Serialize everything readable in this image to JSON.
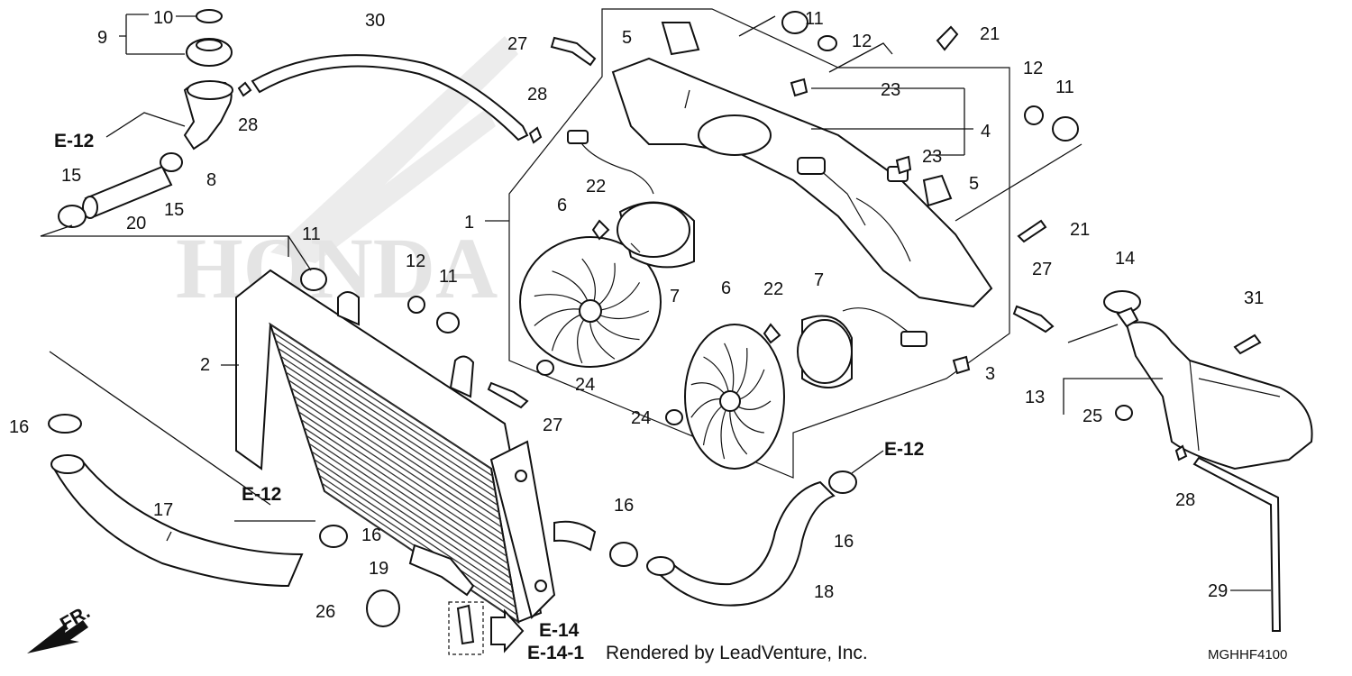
{
  "callouts": [
    {
      "id": "c1",
      "label": "1"
    },
    {
      "id": "c2",
      "label": "2"
    },
    {
      "id": "c3",
      "label": "3"
    },
    {
      "id": "c4",
      "label": "4"
    },
    {
      "id": "c5a",
      "label": "5"
    },
    {
      "id": "c5b",
      "label": "5"
    },
    {
      "id": "c6a",
      "label": "6"
    },
    {
      "id": "c6b",
      "label": "6"
    },
    {
      "id": "c7a",
      "label": "7"
    },
    {
      "id": "c7b",
      "label": "7"
    },
    {
      "id": "c8",
      "label": "8"
    },
    {
      "id": "c9",
      "label": "9"
    },
    {
      "id": "c10",
      "label": "10"
    },
    {
      "id": "c11a",
      "label": "11"
    },
    {
      "id": "c11b",
      "label": "11"
    },
    {
      "id": "c11c",
      "label": "11"
    },
    {
      "id": "c11d",
      "label": "11"
    },
    {
      "id": "c12a",
      "label": "12"
    },
    {
      "id": "c12b",
      "label": "12"
    },
    {
      "id": "c12c",
      "label": "12"
    },
    {
      "id": "c13",
      "label": "13"
    },
    {
      "id": "c14",
      "label": "14"
    },
    {
      "id": "c15a",
      "label": "15"
    },
    {
      "id": "c15b",
      "label": "15"
    },
    {
      "id": "c16a",
      "label": "16"
    },
    {
      "id": "c16b",
      "label": "16"
    },
    {
      "id": "c16c",
      "label": "16"
    },
    {
      "id": "c16d",
      "label": "16"
    },
    {
      "id": "c17",
      "label": "17"
    },
    {
      "id": "c18",
      "label": "18"
    },
    {
      "id": "c19",
      "label": "19"
    },
    {
      "id": "c20",
      "label": "20"
    },
    {
      "id": "c21a",
      "label": "21"
    },
    {
      "id": "c21b",
      "label": "21"
    },
    {
      "id": "c22a",
      "label": "22"
    },
    {
      "id": "c22b",
      "label": "22"
    },
    {
      "id": "c23a",
      "label": "23"
    },
    {
      "id": "c23b",
      "label": "23"
    },
    {
      "id": "c24a",
      "label": "24"
    },
    {
      "id": "c24b",
      "label": "24"
    },
    {
      "id": "c25",
      "label": "25"
    },
    {
      "id": "c26",
      "label": "26"
    },
    {
      "id": "c27a",
      "label": "27"
    },
    {
      "id": "c27b",
      "label": "27"
    },
    {
      "id": "c27c",
      "label": "27"
    },
    {
      "id": "c28a",
      "label": "28"
    },
    {
      "id": "c28b",
      "label": "28"
    },
    {
      "id": "c28c",
      "label": "28"
    },
    {
      "id": "c29",
      "label": "29"
    },
    {
      "id": "c30",
      "label": "30"
    },
    {
      "id": "c31",
      "label": "31"
    }
  ],
  "references": [
    {
      "id": "r1",
      "label": "E-12"
    },
    {
      "id": "r2",
      "label": "E-12"
    },
    {
      "id": "r3",
      "label": "E-12"
    },
    {
      "id": "r4",
      "label": "E-14"
    },
    {
      "id": "r5",
      "label": "E-14-1"
    }
  ],
  "front_marker": "FR.",
  "watermark": "HONDA",
  "credit": "Rendered by LeadVenture, Inc.",
  "diagram_code": "MGHHF4100"
}
